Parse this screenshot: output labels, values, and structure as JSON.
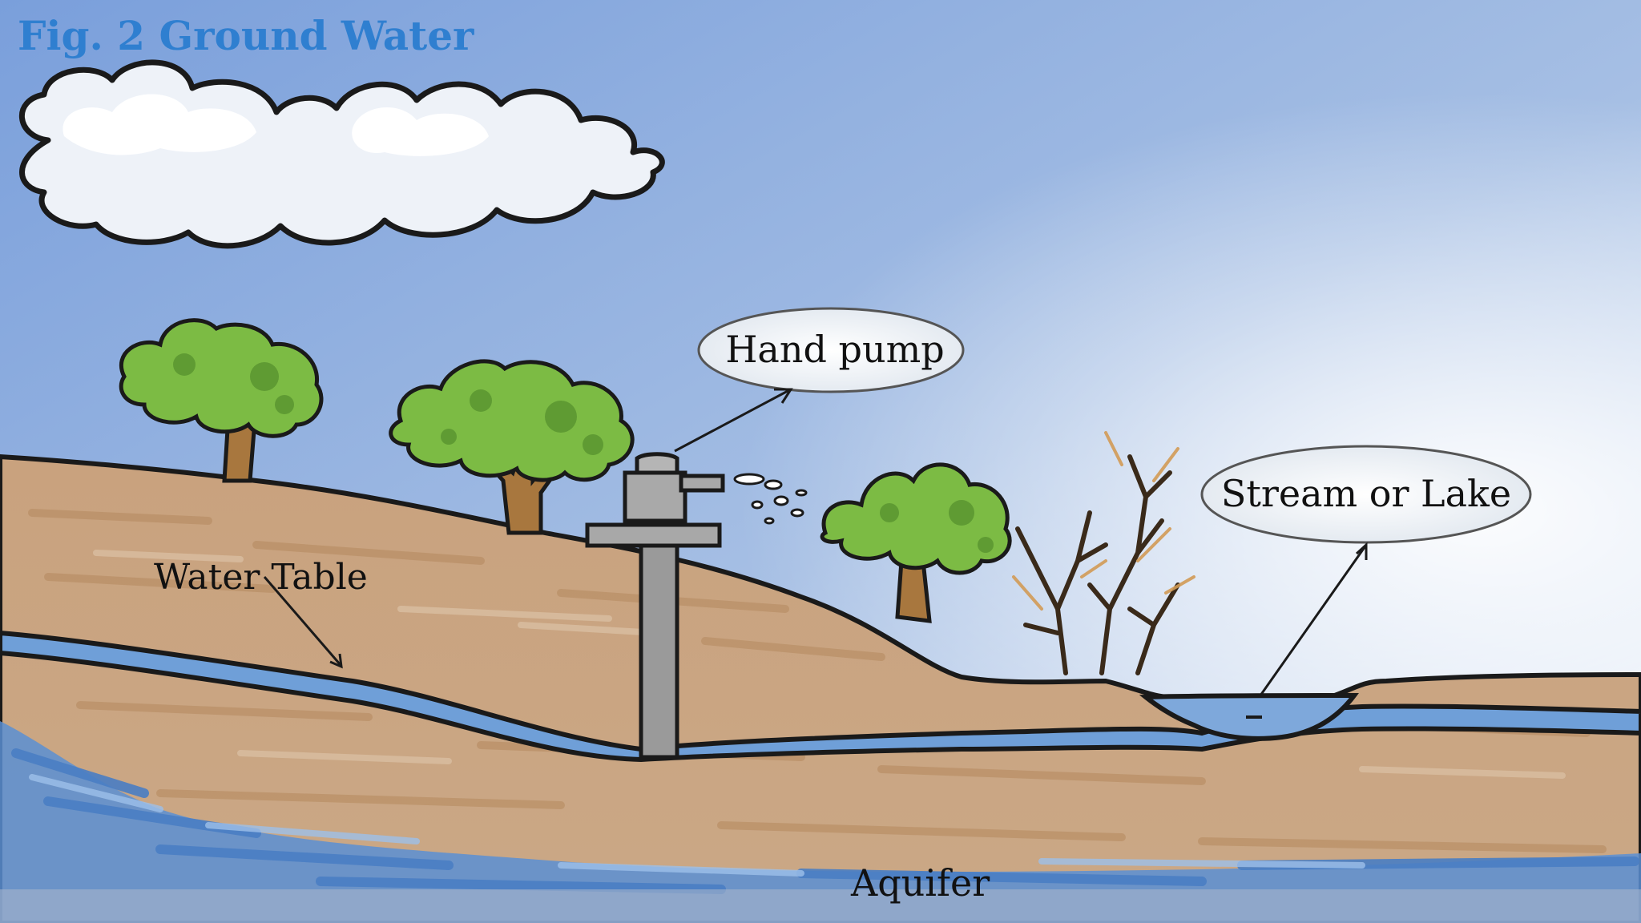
{
  "title": "Fig. 2 Ground Water",
  "labels": {
    "hand_pump": "Hand pump",
    "stream_or_lake": "Stream or Lake",
    "water_table": "Water Table",
    "aquifer": "Aquifer"
  },
  "colors": {
    "title": "#2f7fd0",
    "sky_top": "#7fa3dd",
    "sky_bottom": "#f2f6fb",
    "soil": "#c7a17f",
    "soil_dark": "#b58a63",
    "water": "#6f9fd8",
    "water_dark": "#4f82c6",
    "tree_leaf": "#7cbb44",
    "tree_leaf_dark": "#5f9b33",
    "trunk": "#a8773e",
    "pump": "#9a9a9a",
    "outline": "#1a1a1a"
  }
}
